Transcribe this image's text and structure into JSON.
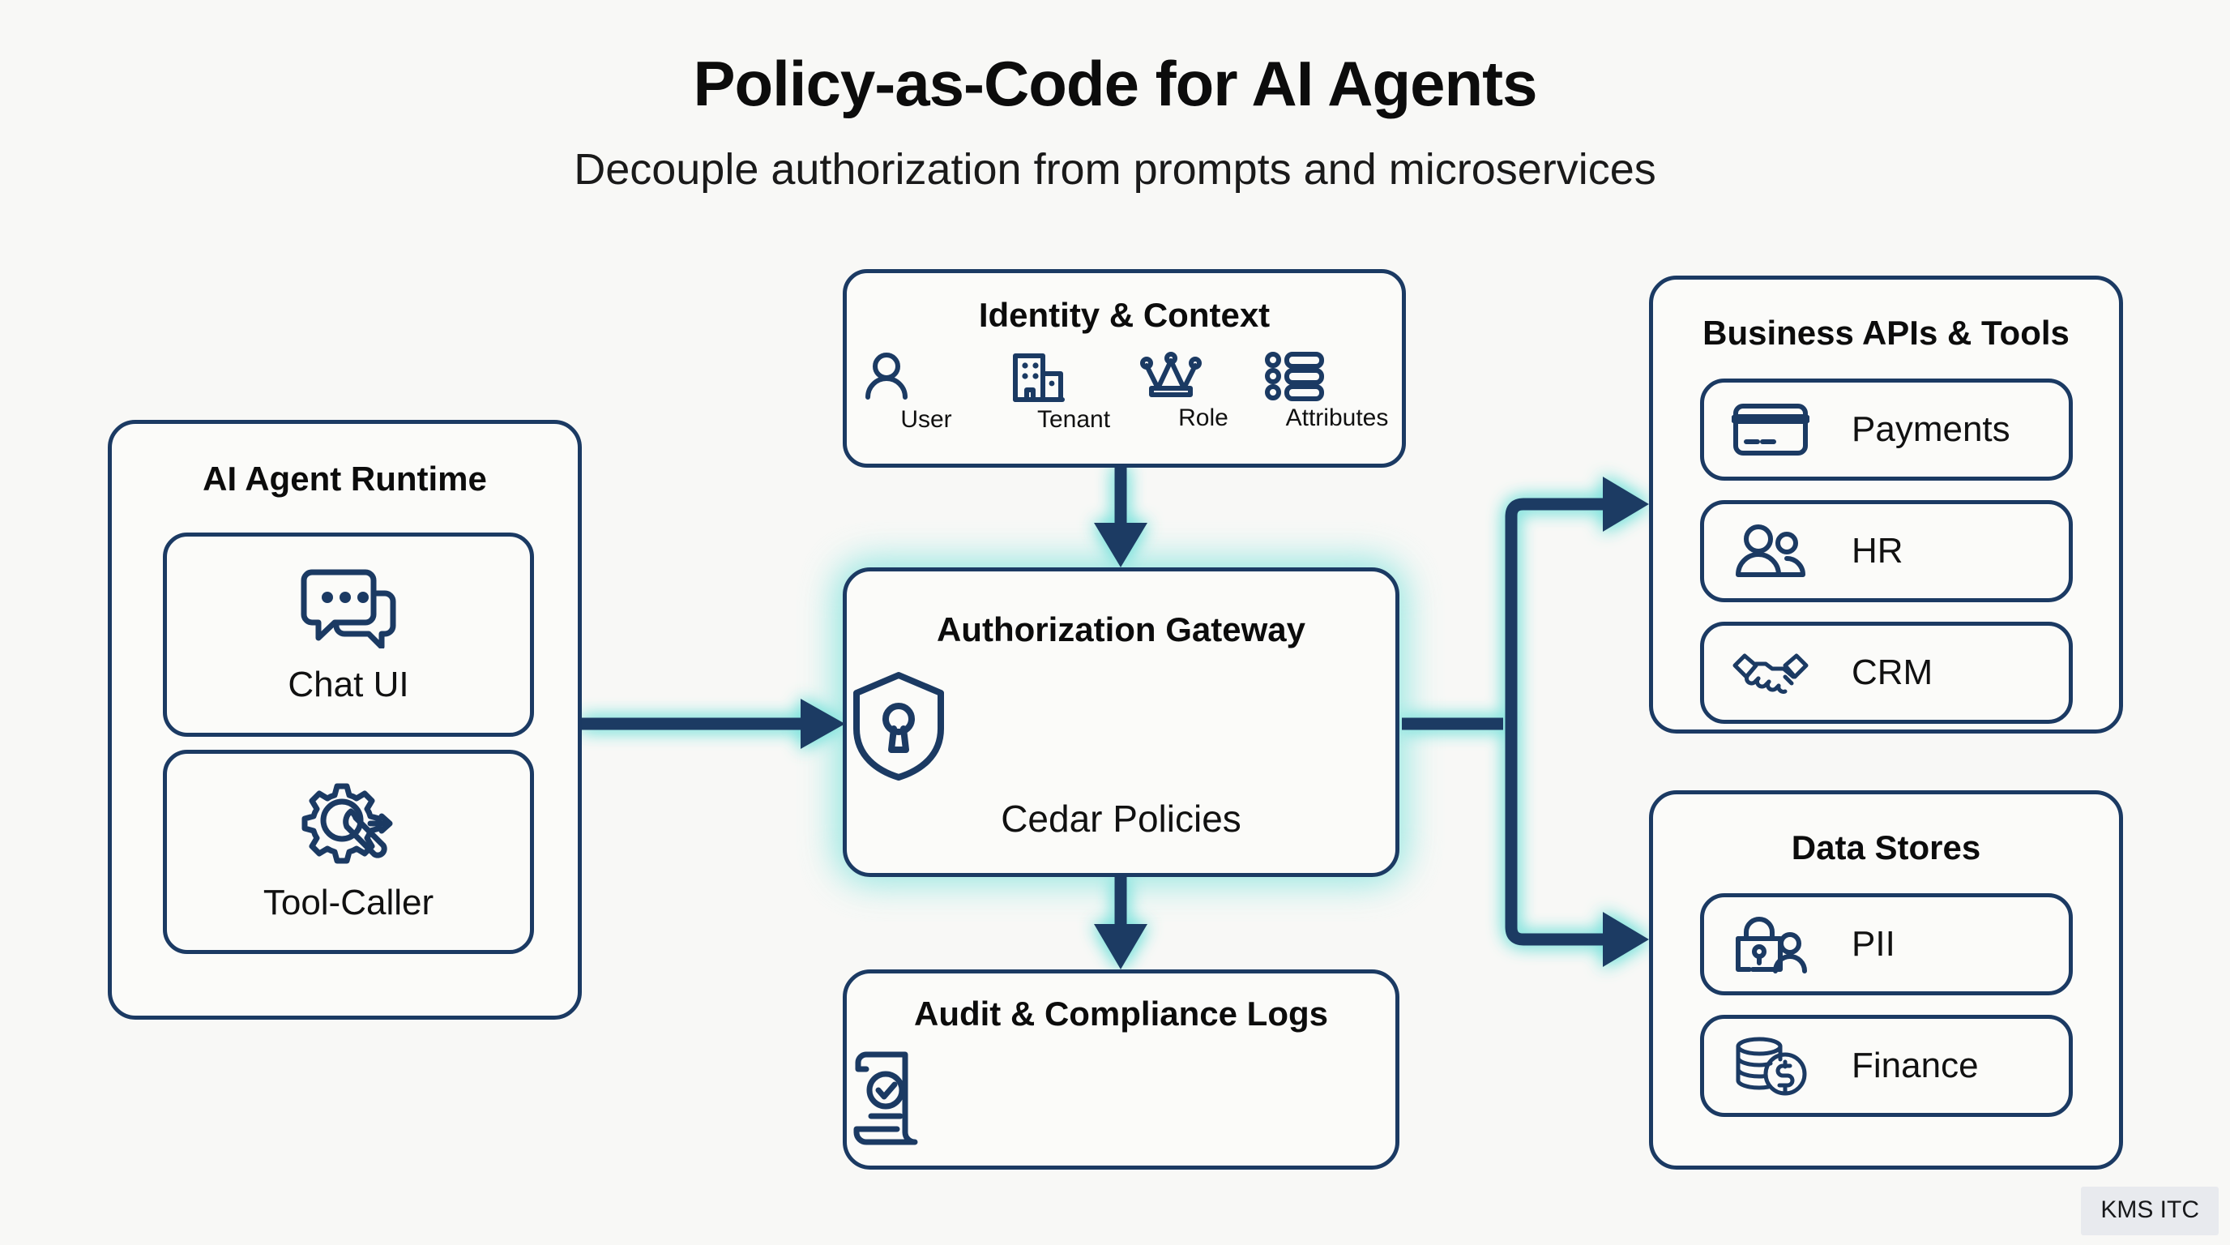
{
  "header": {
    "title": "Policy-as-Code for AI Agents",
    "subtitle": "Decouple authorization from prompts and microservices"
  },
  "colors": {
    "background": "#f8f8f6",
    "stroke": "#1b3a63",
    "glow": "#7fe3dd",
    "text": "#111111",
    "watermark_bg": "#e8eaee"
  },
  "agent_runtime": {
    "title": "AI Agent Runtime",
    "items": [
      {
        "label": "Chat UI",
        "icon": "chat-bubbles-icon"
      },
      {
        "label": "Tool-Caller",
        "icon": "gear-wrench-icon"
      }
    ]
  },
  "identity": {
    "title": "Identity & Context",
    "items": [
      {
        "label": "User",
        "icon": "person-icon"
      },
      {
        "label": "Tenant",
        "icon": "building-icon"
      },
      {
        "label": "Role",
        "icon": "crown-icon"
      },
      {
        "label": "Attributes",
        "icon": "list-icon"
      }
    ]
  },
  "gateway": {
    "title": "Authorization Gateway",
    "icon": "shield-keyhole-icon",
    "caption": "Cedar Policies"
  },
  "audit": {
    "title": "Audit & Compliance Logs",
    "icon": "scroll-check-icon"
  },
  "business_apis": {
    "title": "Business APIs & Tools",
    "items": [
      {
        "label": "Payments",
        "icon": "credit-card-icon"
      },
      {
        "label": "HR",
        "icon": "people-icon"
      },
      {
        "label": "CRM",
        "icon": "handshake-icon"
      }
    ]
  },
  "data_stores": {
    "title": "Data Stores",
    "items": [
      {
        "label": "PII",
        "icon": "lock-person-icon"
      },
      {
        "label": "Finance",
        "icon": "coins-dollar-icon"
      }
    ]
  },
  "watermark": {
    "label": "KMS ITC"
  }
}
